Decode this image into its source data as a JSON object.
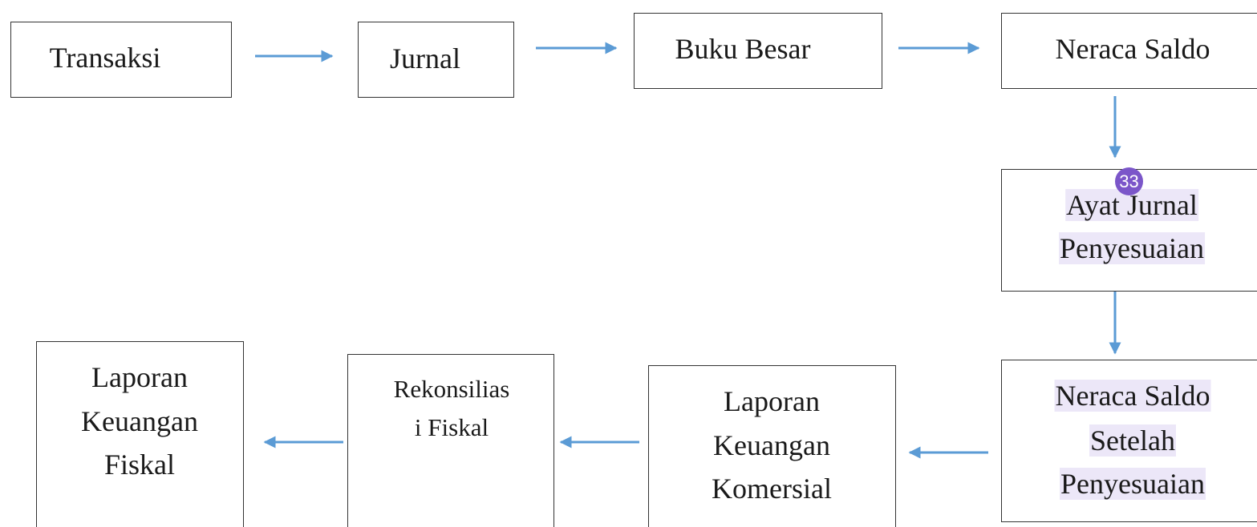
{
  "nodes": {
    "transaksi": {
      "lines": [
        "Transaksi"
      ]
    },
    "jurnal": {
      "lines": [
        "Jurnal"
      ]
    },
    "buku_besar": {
      "lines": [
        "Buku Besar"
      ]
    },
    "neraca_saldo": {
      "lines": [
        "Neraca Saldo"
      ]
    },
    "ayat_jurnal_penyesuaian": {
      "lines": [
        "Ayat Jurnal",
        "Penyesuaian"
      ]
    },
    "neraca_saldo_setelah_penyesuaian": {
      "lines": [
        "Neraca Saldo",
        "Setelah",
        "Penyesuaian"
      ]
    },
    "laporan_keuangan_komersial": {
      "lines": [
        "Laporan",
        "Keuangan",
        "Komersial"
      ]
    },
    "rekonsiliasi_fiskal": {
      "lines": [
        "Rekonsilias",
        "i Fiskal"
      ]
    },
    "laporan_keuangan_fiskal": {
      "lines": [
        "Laporan",
        "Keuangan",
        "Fiskal"
      ]
    }
  },
  "edges": [
    {
      "from": "Transaksi",
      "to": "Jurnal"
    },
    {
      "from": "Jurnal",
      "to": "Buku Besar"
    },
    {
      "from": "Buku Besar",
      "to": "Neraca Saldo"
    },
    {
      "from": "Neraca Saldo",
      "to": "Ayat Jurnal Penyesuaian"
    },
    {
      "from": "Ayat Jurnal Penyesuaian",
      "to": "Neraca Saldo Setelah Penyesuaian"
    },
    {
      "from": "Neraca Saldo Setelah Penyesuaian",
      "to": "Laporan Keuangan Komersial"
    },
    {
      "from": "Laporan Keuangan Komersial",
      "to": "Rekonsilias i Fiskal"
    },
    {
      "from": "Rekonsilias i Fiskal",
      "to": "Laporan Keuangan Fiskal"
    }
  ],
  "annotation_badge": {
    "text": "33"
  },
  "colors": {
    "arrow": "#5b9bd5",
    "box_border": "#333333",
    "highlight": "#ece7f8",
    "badge": "#7b56c9"
  }
}
